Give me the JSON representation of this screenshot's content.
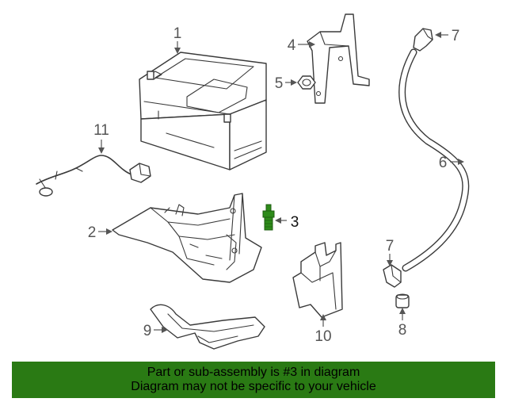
{
  "callouts": {
    "c1": "1",
    "c2": "2",
    "c3": "3",
    "c4": "4",
    "c5": "5",
    "c6": "6",
    "c7a": "7",
    "c7b": "7",
    "c8": "8",
    "c9": "9",
    "c10": "10",
    "c11": "11"
  },
  "highlight": {
    "part_number": "3",
    "color": "#2e8b1a"
  },
  "banner": {
    "line1": "Part or sub-assembly is #3 in diagram",
    "line2": "Diagram may not be specific to your vehicle",
    "background": "#2a7a14"
  }
}
